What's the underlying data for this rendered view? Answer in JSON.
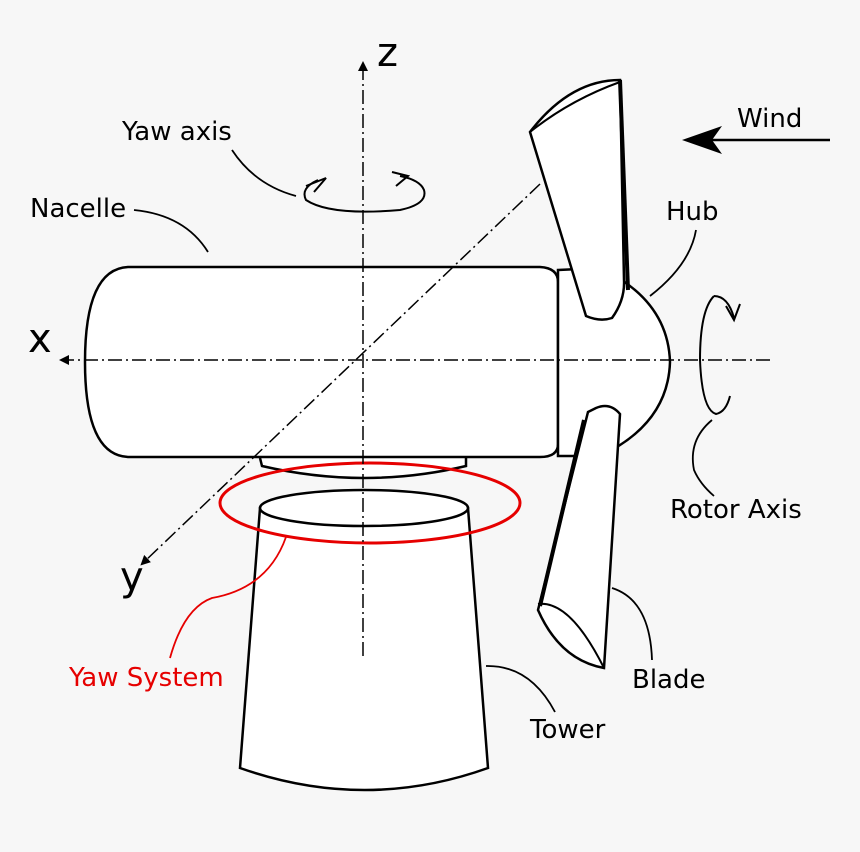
{
  "labels": {
    "z_axis": "z",
    "x_axis": "x",
    "y_axis": "y",
    "yaw_axis": "Yaw axis",
    "nacelle": "Nacelle",
    "wind": "Wind",
    "hub": "Hub",
    "rotor_axis": "Rotor Axis",
    "yaw_system": "Yaw System",
    "blade": "Blade",
    "tower": "Tower"
  },
  "colors": {
    "line": "#000000",
    "fill": "#ffffff",
    "yaw_system": "#e60000",
    "background": "#f7f7f7"
  }
}
